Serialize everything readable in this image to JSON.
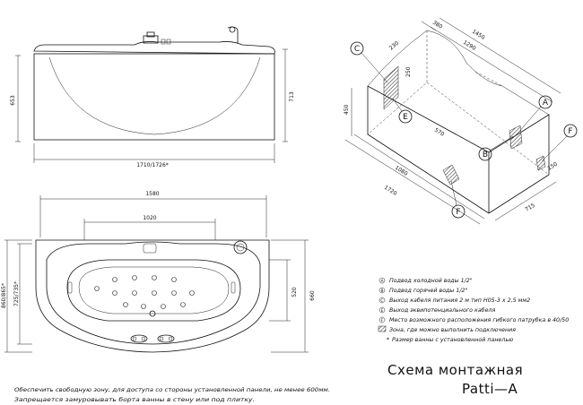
{
  "title": {
    "line1": "Схема монтажная",
    "line2": "Patti—A"
  },
  "front_view": {
    "dim_width": "1710/1726*",
    "dim_height_left": "653",
    "dim_height_right": "713"
  },
  "plan_view": {
    "dim_top": "1580",
    "dim_inner": "1020",
    "dim_left_outer": "860/865*",
    "dim_left_inner": "725/735*",
    "dim_right_inner": "520",
    "dim_right_outer": "660"
  },
  "iso_view": {
    "dim_1450": "1450",
    "dim_1290": "1290",
    "dim_380": "380",
    "dim_230": "230",
    "dim_250": "250",
    "dim_450": "450",
    "dim_570": "570",
    "dim_1080": "1080",
    "dim_1720": "1720",
    "dim_715": "715",
    "dim_150": "150",
    "callouts": [
      "C",
      "E",
      "A",
      "B",
      "F",
      "F"
    ]
  },
  "legend": [
    {
      "mark": "A",
      "text": "Подвод холодной воды 1/2\""
    },
    {
      "mark": "B",
      "text": "Подвод горячей воды 1/2\""
    },
    {
      "mark": "C",
      "text": "Выход кабеля питания 2 м тип H05-3 х 2,5 мм2"
    },
    {
      "mark": "E",
      "text": "Выход эквипотенциального кабеля"
    },
    {
      "mark": "F",
      "text": "Место возможного расположения гибкого патрубка в 40/50"
    },
    {
      "mark": "",
      "text": "Зона, где можно выполнить подключения"
    },
    {
      "mark": "*",
      "text": "Размер ванны с установленной панелью"
    }
  ],
  "notes": {
    "line1": "Обеспечить свободную зону, для доступа со стороны установленной панели, не менее 600мм.",
    "line2": "Запрещается замуровывать борта ванны в стену или под плитку."
  }
}
